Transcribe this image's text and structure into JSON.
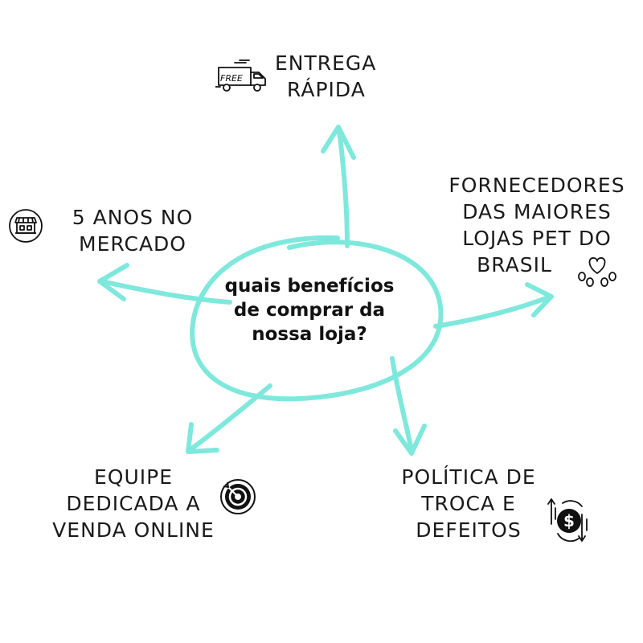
{
  "center": {
    "lines": [
      "quais benefícios",
      "de comprar da",
      "nossa loja?"
    ]
  },
  "branches": {
    "entrega": {
      "lines": [
        "ENTREGA",
        "RÁPIDA"
      ],
      "icon": "free-delivery-truck-icon",
      "icon_text": "FREE"
    },
    "fornecedores": {
      "lines": [
        "FORNECEDORES",
        "DAS MAIORES",
        "LOJAS PET DO",
        "BRASIL"
      ],
      "icon": "heart-paw-icon"
    },
    "anos": {
      "lines": [
        "5 ANOS NO",
        "MERCADO"
      ],
      "icon": "storefront-icon"
    },
    "equipe": {
      "lines": [
        "EQUIPE",
        "DEDICADA A",
        "VENDA ONLINE"
      ],
      "icon": "target-icon"
    },
    "politica": {
      "lines": [
        "POLÍTICA DE",
        "TROCA E",
        "DEFEITOS"
      ],
      "icon": "money-exchange-icon"
    }
  },
  "colors": {
    "accent": "#7fe8dc",
    "text": "#1a1a1a"
  }
}
